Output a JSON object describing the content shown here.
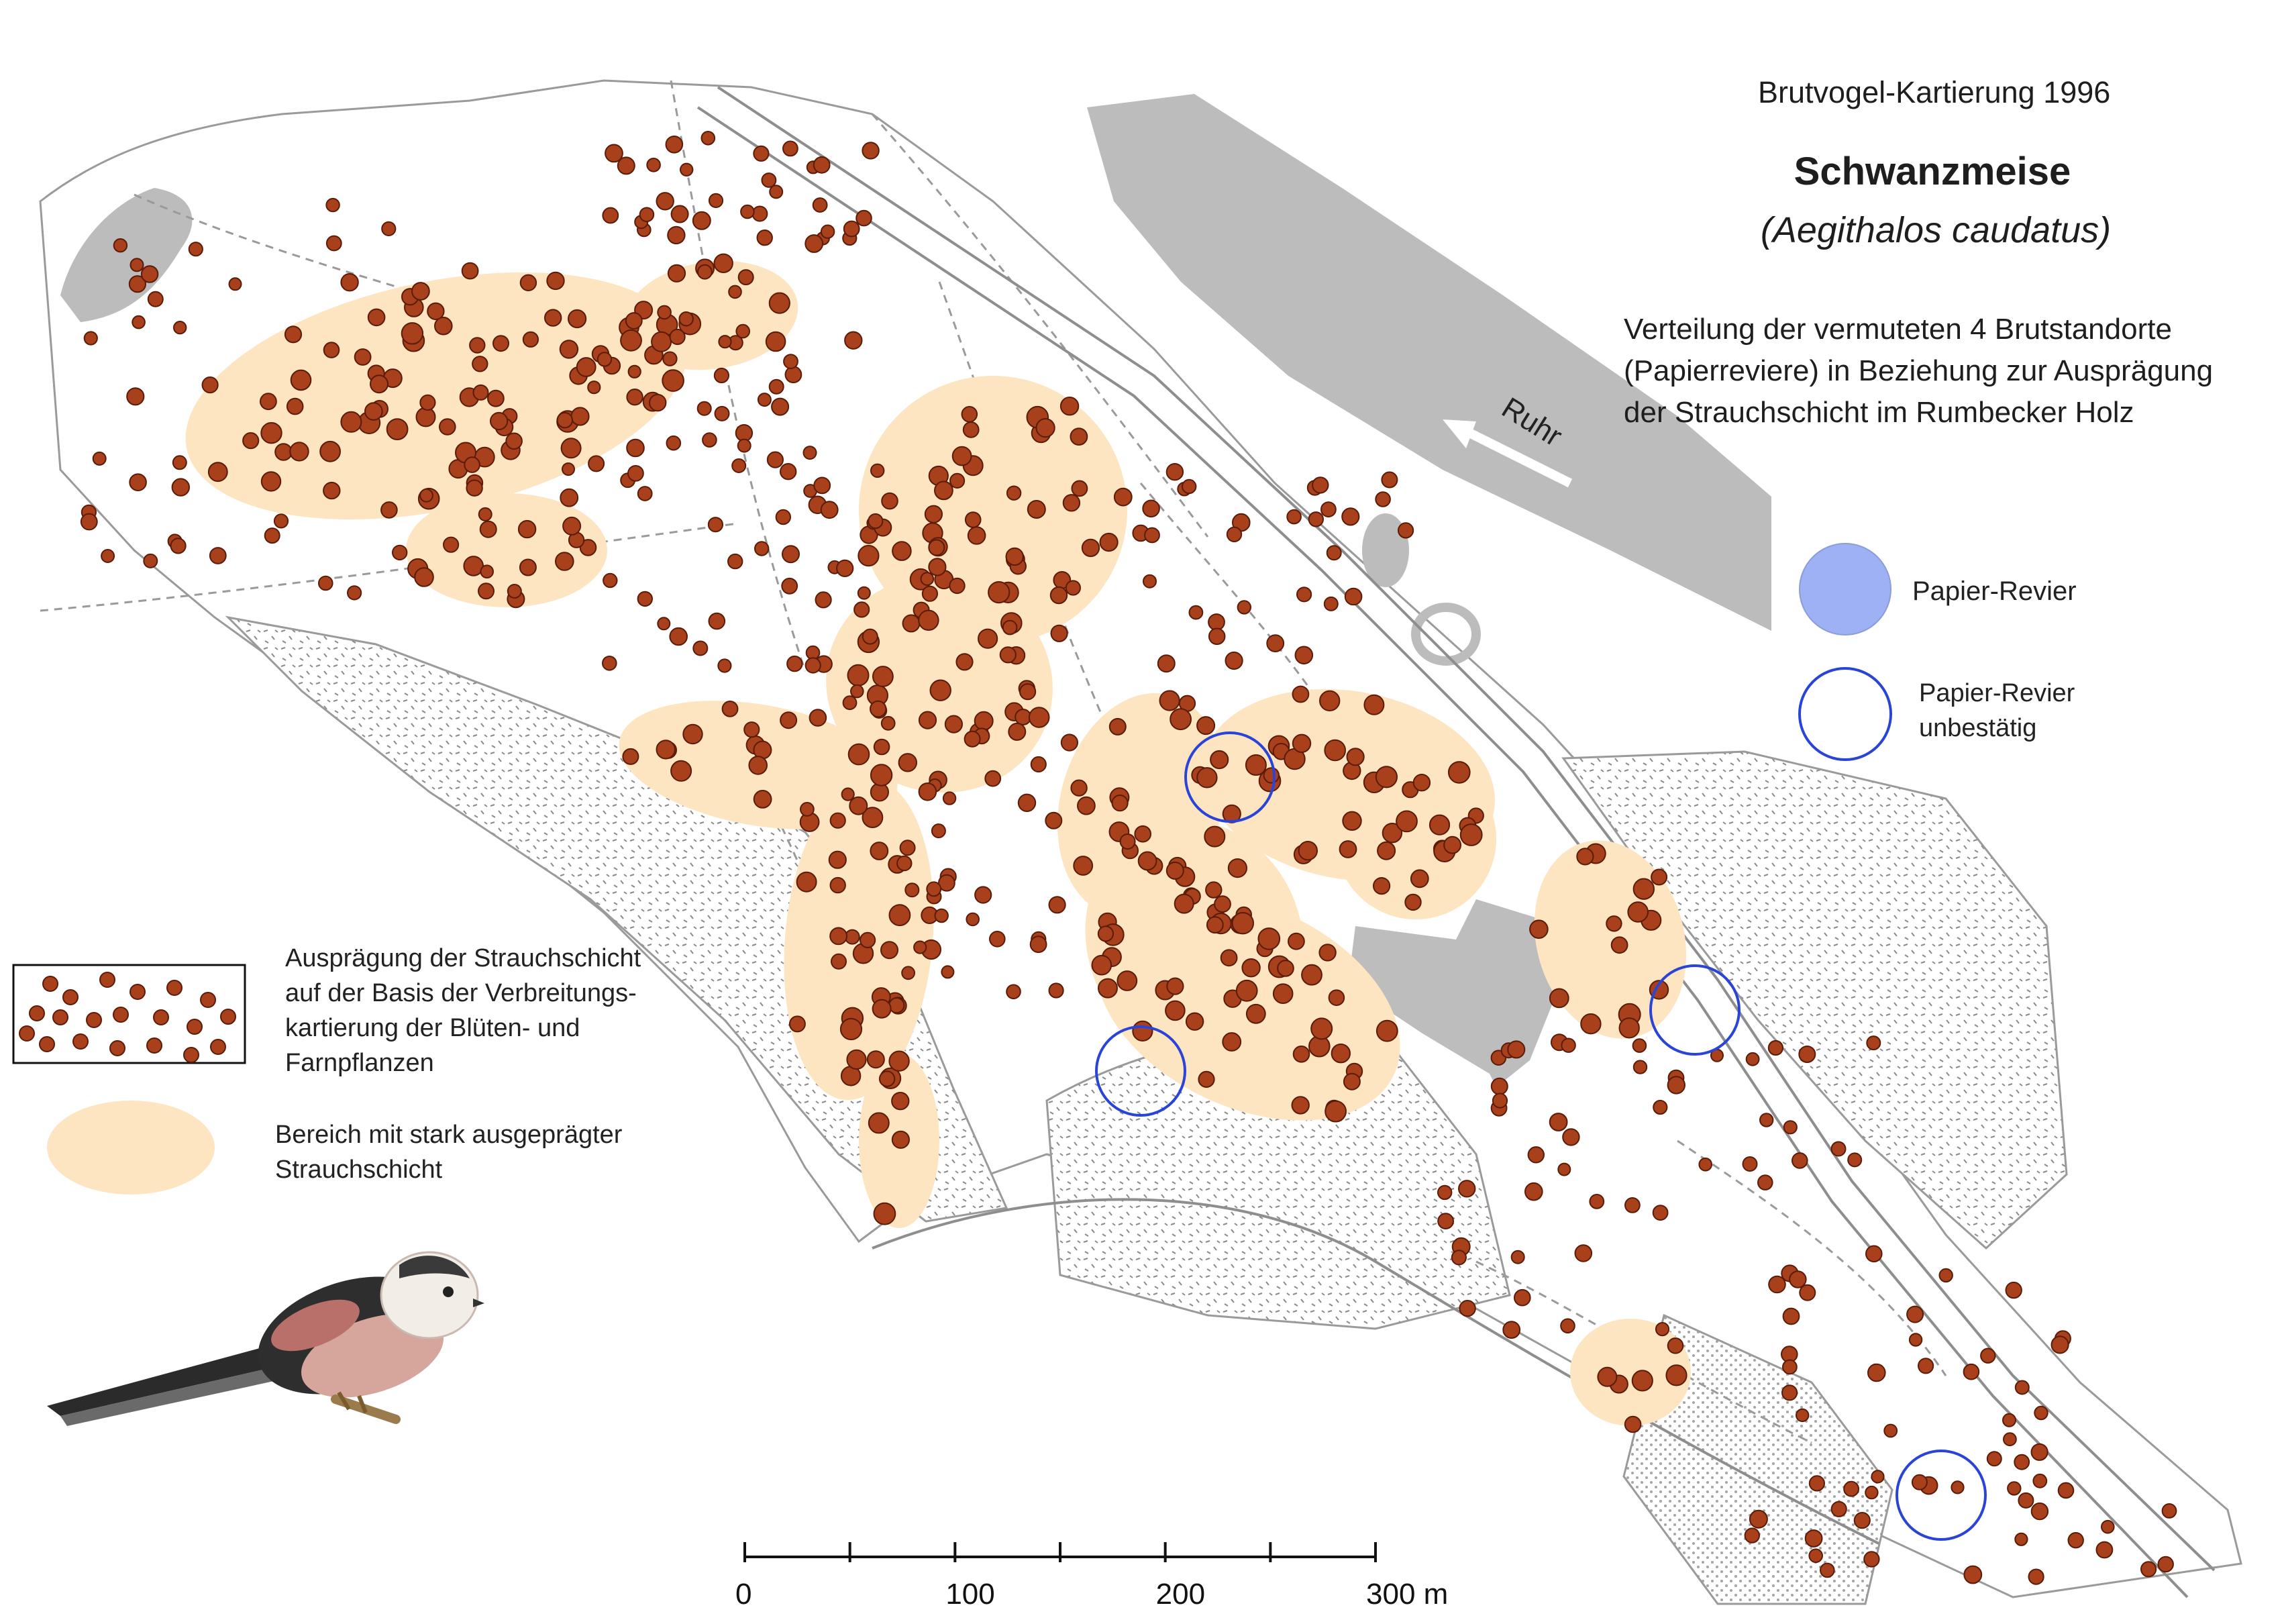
{
  "header": {
    "survey_title": "Brutvogel-Kartierung 1996",
    "species_common": "Schwanzmeise",
    "species_latin": "(Aegithalos caudatus)",
    "description_lines": [
      "Verteilung der vermuteten 4 Brutstandorte",
      "(Papierreviere) in Beziehung zur Ausprägung",
      "der Strauchschicht im Rumbecker Holz"
    ]
  },
  "map": {
    "river_label": "Ruhr",
    "territory_count": 4,
    "colors": {
      "shrub_dot": "#a8401c",
      "shrub_dot_stroke": "#5a1c08",
      "dense_shrub_area": "#fde5c2",
      "territory_fill": "#9fb1f5",
      "territory_outline": "#2b44d8",
      "water": "#bcbcbc",
      "buildings": "#bdbdbd",
      "paths": "#9a9a9a"
    }
  },
  "legend": {
    "territory": "Papier-Revier",
    "territory_unconfirmed_lines": [
      "Papier-Revier",
      "unbestätig"
    ],
    "shrub_layer_lines": [
      "Ausprägung der Strauchschicht",
      "auf der Basis der Verbreitungs-",
      "kartierung der Blüten- und",
      "Farnpflanzen"
    ],
    "dense_shrub_lines": [
      "Bereich mit stark ausgeprägter",
      "Strauchschicht"
    ]
  },
  "scale_bar": {
    "labels": [
      "0",
      "100",
      "200",
      "300 m"
    ],
    "max_m": 300
  },
  "illustration": {
    "subject": "long-tailed-tit-illustration"
  }
}
